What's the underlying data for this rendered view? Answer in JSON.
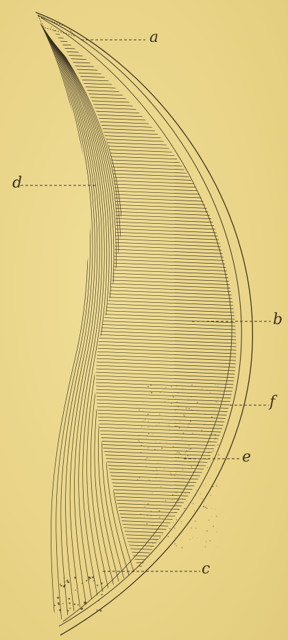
{
  "figure": {
    "labels": {
      "a": "a",
      "b": "b",
      "c": "c",
      "d": "d",
      "e": "e",
      "f": "f"
    },
    "colors": {
      "paper": "#ecd98d",
      "ink": "#3a3020"
    }
  }
}
